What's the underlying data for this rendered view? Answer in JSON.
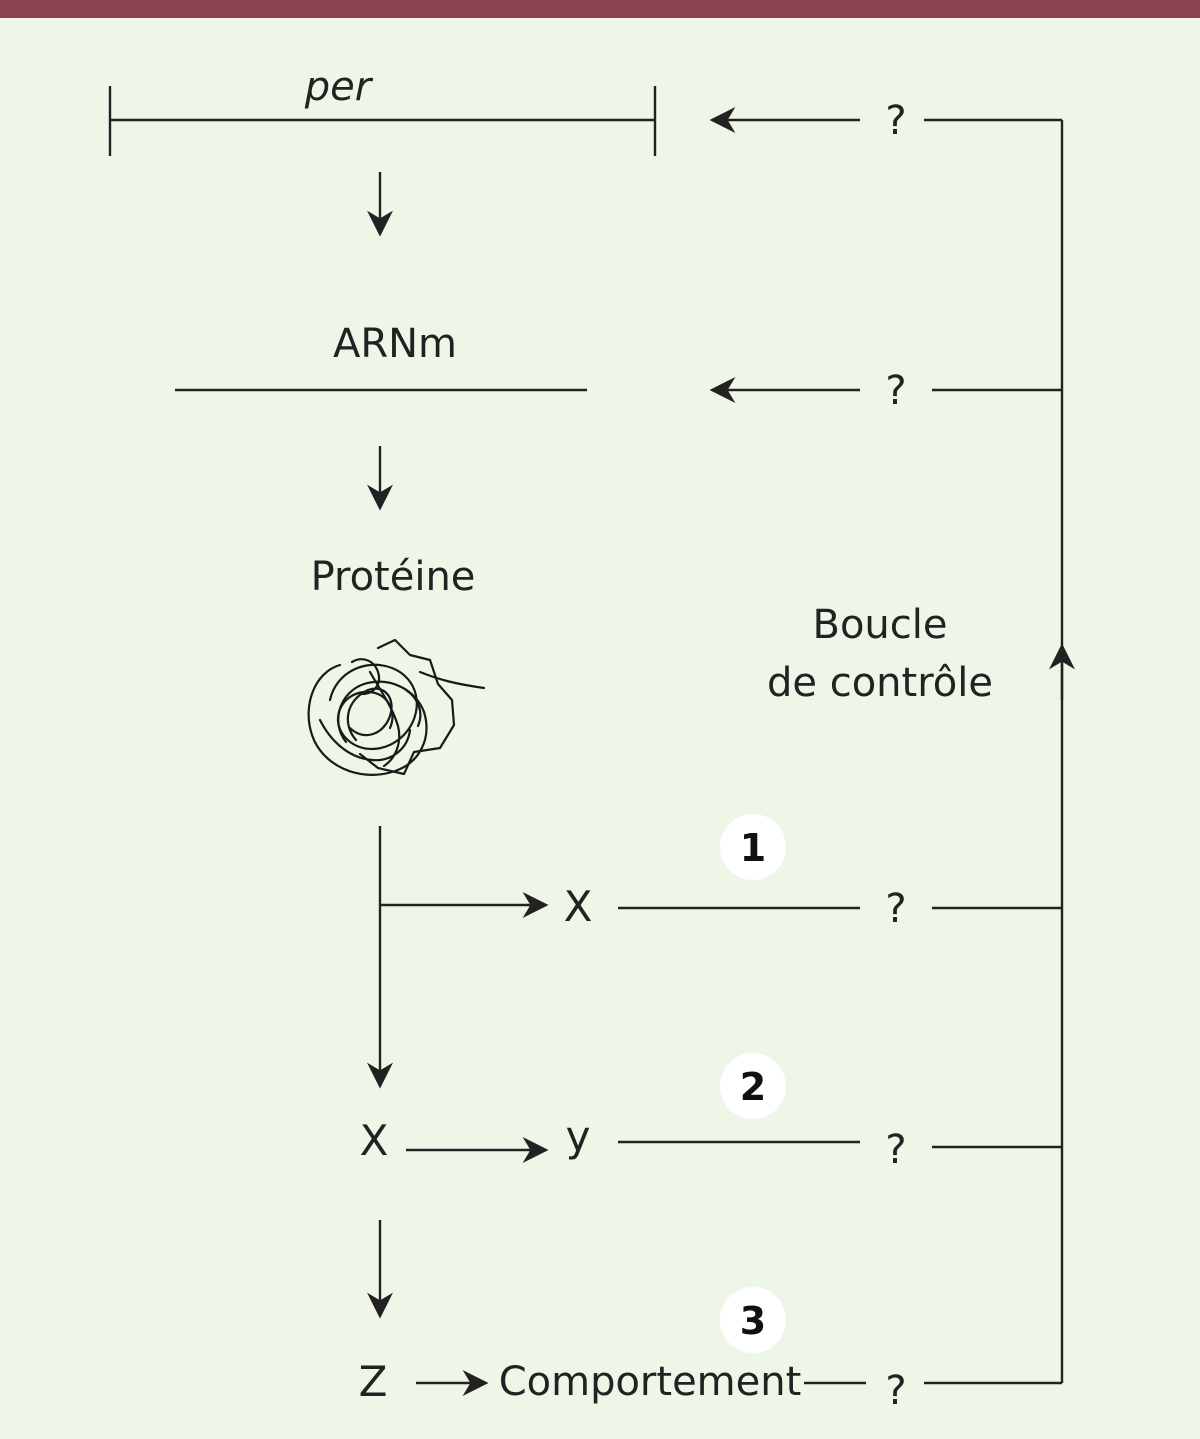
{
  "colors": {
    "background": "#eef6e8",
    "top_bar": "#8c4351",
    "ink": "#222222",
    "badge_fill": "#ffffff"
  },
  "gene": {
    "label": "per"
  },
  "mrna": {
    "label": "ARNm"
  },
  "protein": {
    "label": "Protéine"
  },
  "loop": {
    "line1": "Boucle",
    "line2": "de contrôle"
  },
  "unknown_marker": "?",
  "pathways": [
    {
      "number": "1",
      "from": "",
      "to": "X"
    },
    {
      "number": "2",
      "from": "X",
      "to": "y"
    },
    {
      "number": "3",
      "from": "Z",
      "to": "Comportement"
    }
  ]
}
